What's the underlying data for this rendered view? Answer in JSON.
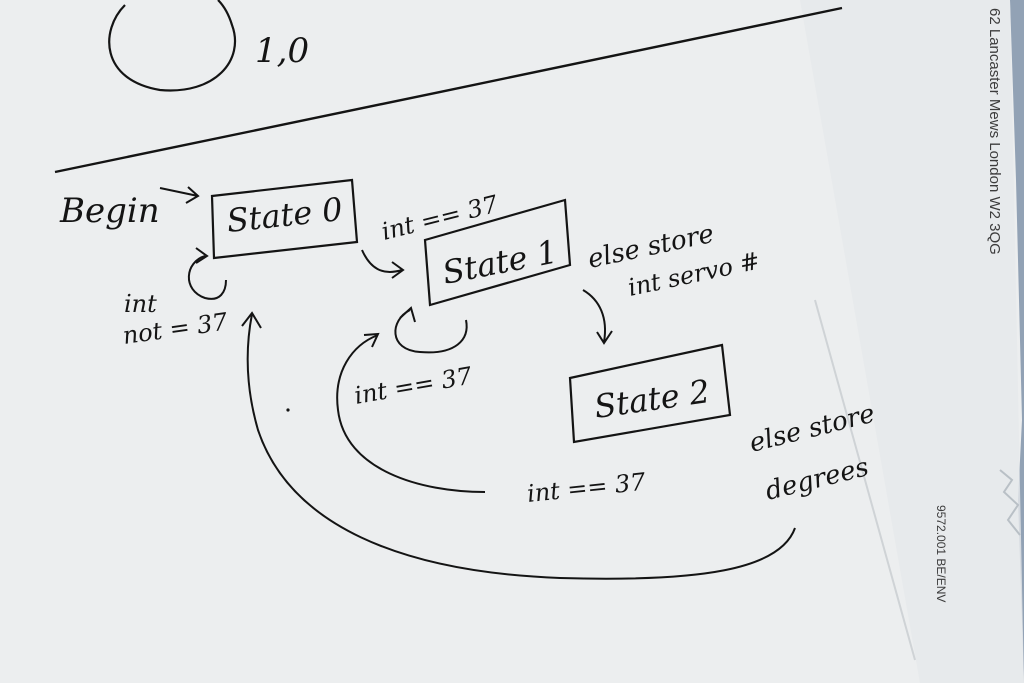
{
  "colors": {
    "paper": "#eceeef",
    "paper_shadow": "#dfe2e4",
    "ink": "#141414",
    "background_fabric": "#3f5f86"
  },
  "top_loop_label": "1,0",
  "begin_label": "Begin",
  "states": [
    {
      "id": "state0",
      "label": "State 0"
    },
    {
      "id": "state1",
      "label": "State 1"
    },
    {
      "id": "state2",
      "label": "State 2"
    }
  ],
  "transitions": {
    "s0_self": {
      "line1": "int",
      "line2": "not = 37"
    },
    "s0_to_s1": "int == 37",
    "s1_self": "int == 37",
    "s1_to_s2": {
      "line1": "else store",
      "line2": "int servo #"
    },
    "s2_to_s1": "int == 37",
    "s2_to_s0": {
      "line1": "else store",
      "line2": "degrees"
    }
  },
  "envelope": {
    "address": "62 Lancaster Mews  London  W2 3QG",
    "code": "9572.001 BE/ENV"
  }
}
